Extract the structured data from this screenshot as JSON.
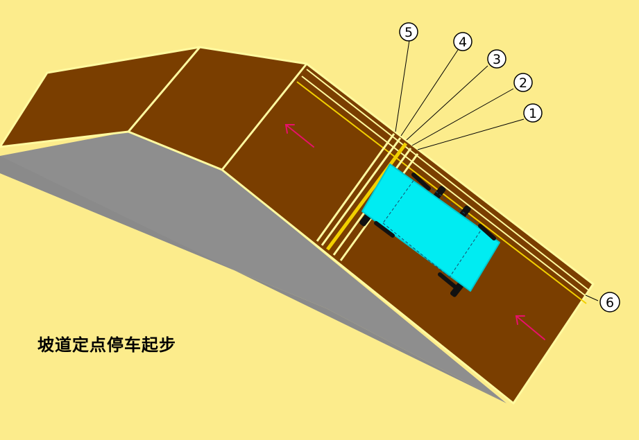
{
  "caption": "坡道定点停车起步",
  "markers": [
    "1",
    "2",
    "3",
    "4",
    "5",
    "6"
  ],
  "colors": {
    "background": "#fcec8c",
    "road_surface": "#7a3e00",
    "ramp_side": "#8e8e8e",
    "edge_line": "#fffaa0",
    "stop_band": "#f2d000",
    "car_body": "#00ecf2",
    "direction_arrow": "#e8106a"
  },
  "icons": {
    "direction_arrows": "arrow-up-left-icon",
    "vehicle": "car-topdown-icon"
  }
}
